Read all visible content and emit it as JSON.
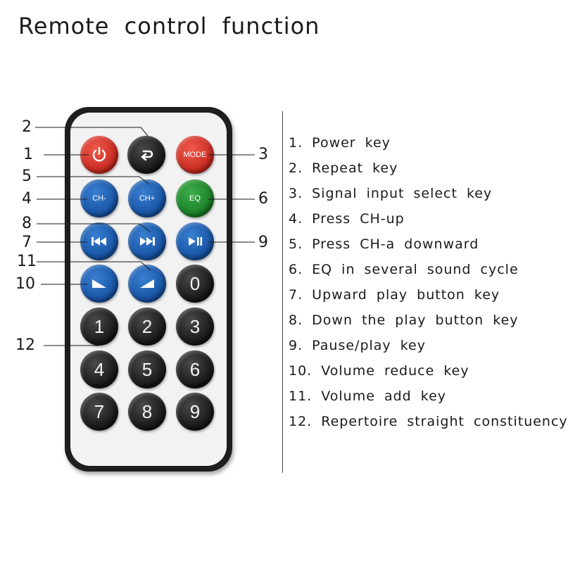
{
  "title": "Remote control function",
  "buttons": {
    "power": {
      "icon": "power-icon"
    },
    "repeat": {
      "icon": "repeat-icon"
    },
    "mode": {
      "label": "MODE"
    },
    "ch_minus": {
      "label": "CH-"
    },
    "ch_plus": {
      "label": "CH+"
    },
    "eq": {
      "label": "EQ"
    },
    "prev": {
      "icon": "previous-icon"
    },
    "next": {
      "icon": "next-icon"
    },
    "play_pause": {
      "icon": "play-pause-icon"
    },
    "vol_down": {
      "icon": "volume-down-icon"
    },
    "vol_up": {
      "icon": "volume-up-icon"
    },
    "digits": [
      "0",
      "1",
      "2",
      "3",
      "4",
      "5",
      "6",
      "7",
      "8",
      "9"
    ]
  },
  "callouts": [
    "1",
    "2",
    "3",
    "4",
    "5",
    "6",
    "7",
    "8",
    "9",
    "10",
    "11",
    "12"
  ],
  "legend": [
    "1. Power key",
    "2. Repeat key",
    "3. Signal input select key",
    "4. Press CH-up",
    "5. Press CH-a downward",
    "6. EQ in several sound cycle",
    "7. Upward play button key",
    "8. Down the play button key",
    "9. Pause/play key",
    "10. Volume reduce key",
    "11. Volume add key",
    "12. Repertoire straight constituency"
  ],
  "colors": {
    "red": "#c6271d",
    "blue": "#1450a0",
    "green": "#177c24",
    "black": "#141414",
    "remote_body": "#1e1e1e"
  }
}
